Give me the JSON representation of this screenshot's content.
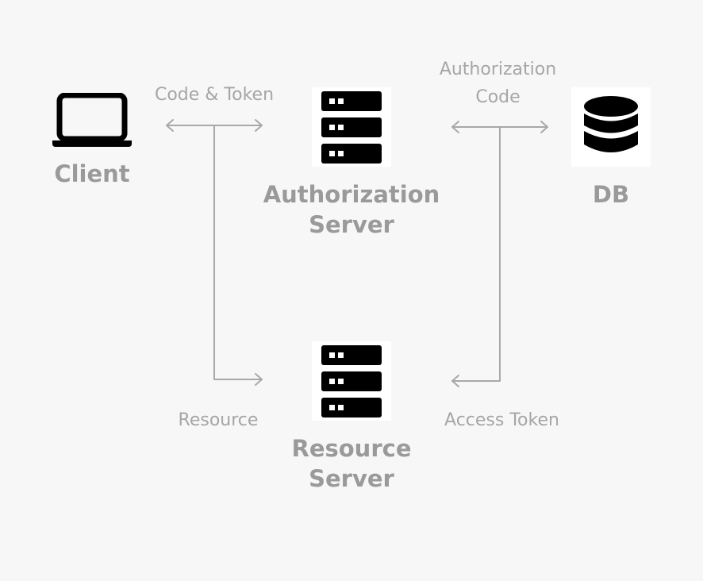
{
  "nodes": {
    "client": {
      "title": "Client",
      "icon": "laptop-icon"
    },
    "auth_server": {
      "title_line1": "Authorization",
      "title_line2": "Server",
      "icon": "server-icon"
    },
    "db": {
      "title": "DB",
      "icon": "database-icon"
    },
    "resource_server": {
      "title_line1": "Resource",
      "title_line2": "Server",
      "icon": "server-icon"
    }
  },
  "edges": {
    "code_token": {
      "label": "Code & Token"
    },
    "auth_code": {
      "label_line1": "Authorization",
      "label_line2": "Code"
    },
    "resource": {
      "label": "Resource"
    },
    "access_token": {
      "label": "Access Token"
    }
  },
  "colors": {
    "background": "#f7f7f7",
    "label": "#9a9a9a",
    "connector": "#a8a8a8",
    "icon": "#000000"
  }
}
